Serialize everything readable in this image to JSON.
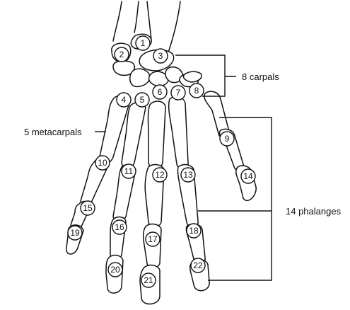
{
  "labels": {
    "carpals": "8 carpals",
    "metacarpals": "5 metacarpals",
    "phalanges": "14 phalanges"
  },
  "markers": [
    "1",
    "2",
    "3",
    "4",
    "5",
    "6",
    "7",
    "8",
    "9",
    "10",
    "11",
    "12",
    "13",
    "14",
    "15",
    "16",
    "17",
    "18",
    "19",
    "20",
    "21",
    "22"
  ],
  "colors": {
    "ink": "#111111",
    "background": "#ffffff"
  }
}
